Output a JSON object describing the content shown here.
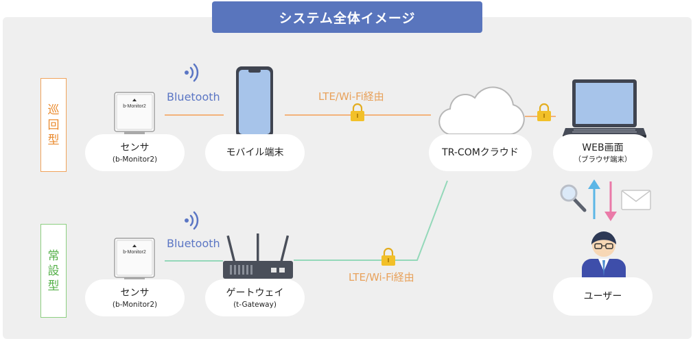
{
  "title": "システム全体イメージ",
  "rows": {
    "patrol": {
      "label": "巡回型"
    },
    "fixed": {
      "label": "常設型"
    }
  },
  "nodes": {
    "sensor_patrol": {
      "name": "センサ",
      "sub": "(b-Monitor2)",
      "device_text": "b-Monitor2"
    },
    "mobile": {
      "name": "モバイル端末"
    },
    "cloud": {
      "name": "TR-COMクラウド"
    },
    "web": {
      "name": "WEB画面",
      "sub": "（ブラウザ端末）"
    },
    "sensor_fixed": {
      "name": "センサ",
      "sub": "(b-Monitor2)",
      "device_text": "b-Monitor2"
    },
    "gateway": {
      "name": "ゲートウェイ",
      "sub": "(t-Gateway)"
    },
    "user": {
      "name": "ユーザー"
    }
  },
  "links": {
    "bluetooth_patrol": "Bluetooth",
    "bluetooth_fixed": "Bluetooth",
    "lte_top": "LTE/Wi-Fi経由",
    "lte_bottom": "LTE/Wi-Fi経由"
  },
  "colors": {
    "banner": "#5975bd",
    "patrol": "#f0a35a",
    "fixed": "#8ccf80",
    "bluetooth": "#5b76c4",
    "link_orange": "#e8a15a",
    "link_green": "#8fd3b6",
    "arrow_up": "#5bb6e6",
    "arrow_down": "#ea7aa8",
    "lock": "#f2c029"
  }
}
